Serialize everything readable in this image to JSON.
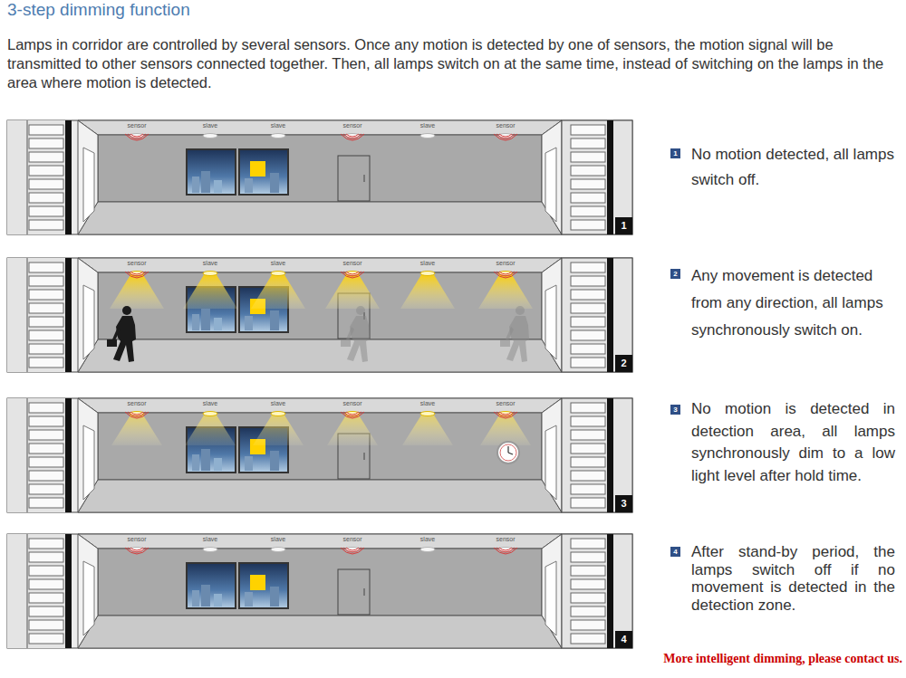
{
  "diagram": {
    "title": "3-step dimming function",
    "nodes": [
      {
        "text": [
          "sensor",
          "slave",
          "slave",
          "sensor",
          "slave",
          "sensor"
        ]
      },
      {
        "text": [
          "1"
        ],
        "in": 0
      },
      {
        "text": [
          "1"
        ]
      },
      {
        "text": [
          "sensor",
          "slave",
          "slave",
          "sensor",
          "slave",
          "sensor"
        ]
      },
      {
        "text": [
          "2"
        ],
        "in": 3
      },
      {
        "text": [
          "2"
        ]
      },
      {
        "text": [
          "sensor",
          "slave",
          "slave",
          "sensor",
          "slave",
          "sensor"
        ]
      },
      {
        "text": [
          "3"
        ],
        "in": 6
      },
      {
        "text": [
          "3"
        ]
      },
      {
        "text": [
          "sensor",
          "slave",
          "slave",
          "sensor",
          "slave",
          "sensor"
        ]
      },
      {
        "text": [
          "4"
        ],
        "in": 9
      },
      {
        "text": [
          "4"
        ]
      }
    ],
    "labels": [
      "Lamps in corridor are controlled by several sensors. Once any motion is detected by one of sensors, the motion signal will be transmitted to other sensors connected together. Then, all lamps switch on at the same time, instead of switching on the lamps in the area where motion is detected.",
      "No motion detected, all lamps switch off.",
      "Any movement is detected from any direction, all lamps synchronously switch on.",
      "No motion is detected in detection area, all lamps synchronously dim to a low light level after hold time.",
      "After stand-by period, the lamps switch off if no movement is detected in the detection zone.",
      "More intelligent dimming, please contact us."
    ]
  }
}
